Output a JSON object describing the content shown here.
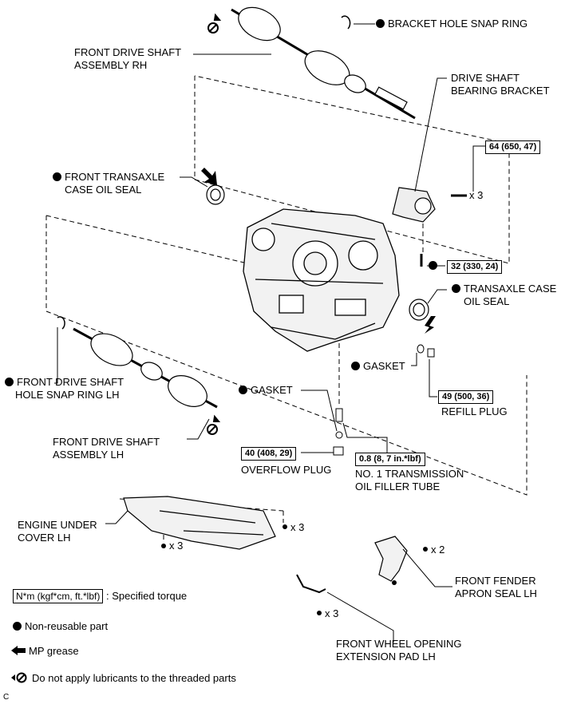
{
  "labels": {
    "bracket_hole_snap_ring": "BRACKET HOLE SNAP RING",
    "front_drive_shaft_rh_1": "FRONT DRIVE SHAFT",
    "front_drive_shaft_rh_2": "ASSEMBLY RH",
    "drive_shaft_bearing_bracket_1": "DRIVE SHAFT",
    "drive_shaft_bearing_bracket_2": "BEARING BRACKET",
    "front_transaxle_oil_seal_1": "FRONT TRANSAXLE",
    "front_transaxle_oil_seal_2": "CASE OIL SEAL",
    "transaxle_case_oil_seal_1": "TRANSAXLE CASE",
    "transaxle_case_oil_seal_2": "OIL SEAL",
    "gasket_right": "GASKET",
    "refill_plug": "REFILL PLUG",
    "front_drive_shaft_snap_lh_1": "FRONT DRIVE SHAFT",
    "front_drive_shaft_snap_lh_2": "HOLE SNAP RING LH",
    "gasket_center": "GASKET",
    "front_drive_shaft_lh_1": "FRONT DRIVE SHAFT",
    "front_drive_shaft_lh_2": "ASSEMBLY LH",
    "overflow_plug": "OVERFLOW PLUG",
    "filler_tube_1": "NO. 1 TRANSMISSION",
    "filler_tube_2": "OIL FILLER TUBE",
    "engine_under_cover_1": "ENGINE UNDER",
    "engine_under_cover_2": "COVER LH",
    "front_fender_apron_1": "FRONT FENDER",
    "front_fender_apron_2": "APRON SEAL LH",
    "front_wheel_opening_1": "FRONT WHEEL OPENING",
    "front_wheel_opening_2": "EXTENSION PAD LH",
    "corner_code": "C"
  },
  "torques": {
    "bracket_bolt": "64 (650, 47)",
    "bracket_lower_bolt": "32 (330, 24)",
    "refill_plug": "49 (500, 36)",
    "overflow_plug": "40 (408, 29)",
    "filler_tube": "0.8 (8, 7 in.*lbf)"
  },
  "quantities": {
    "bracket_bolt": "x 3",
    "cover_bolt_right": "x 3",
    "cover_bolt_left": "x 3",
    "apron_bolt": "x 2",
    "pad_bolt": "x 3"
  },
  "legend": {
    "torque_box": "N*m (kgf*cm, ft.*lbf)",
    "torque_text": ": Specified torque",
    "non_reusable": "Non-reusable part",
    "mp_grease": "MP grease",
    "no_lubricant": "Do not apply lubricants to the threaded parts"
  }
}
